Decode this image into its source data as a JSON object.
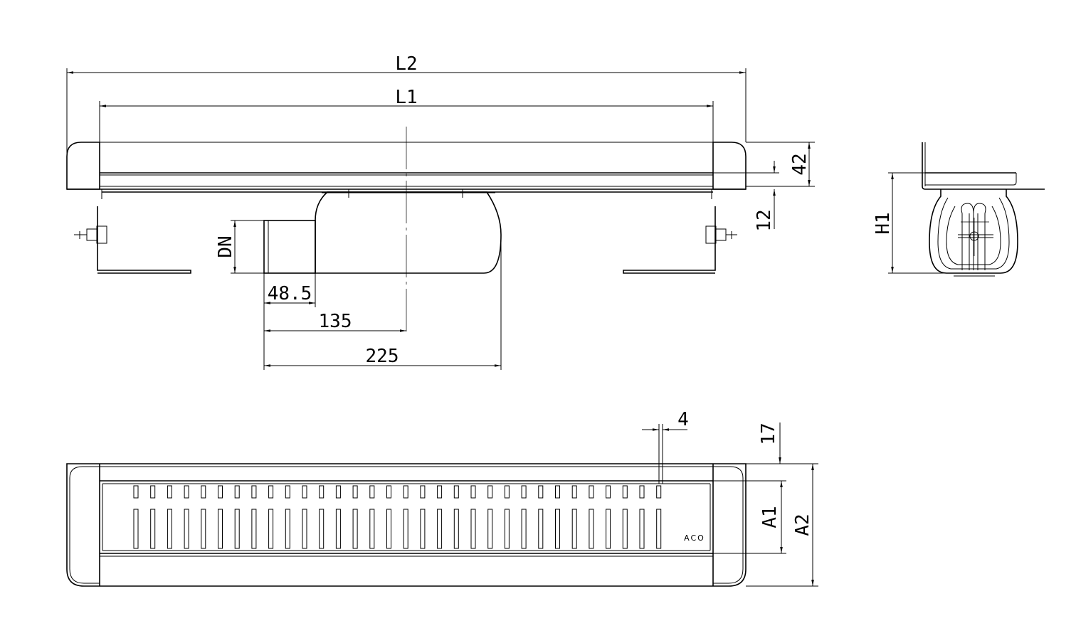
{
  "labels": {
    "l2": "L2",
    "l1": "L1",
    "d42": "42",
    "d12": "12",
    "dn": "DN",
    "d48": "48.5",
    "d135": "135",
    "d225": "225",
    "h1": "H1",
    "d4": "4",
    "d17": "17",
    "a1": "A1",
    "a2": "A2",
    "brand": "ACO"
  }
}
